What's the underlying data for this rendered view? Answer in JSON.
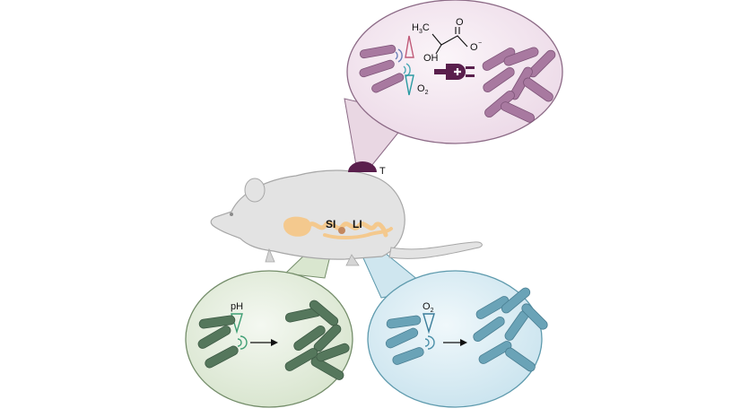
{
  "labels": {
    "tumor": "T",
    "small_intestine": "SI",
    "large_intestine": "LI",
    "ph": "pH",
    "o2_main": "O",
    "o2_sub": "2"
  },
  "lactate": {
    "h3c_main": "H",
    "h3c_sub": "3",
    "h3c_tail": "C",
    "oh": "OH",
    "o_top": "O",
    "o_minus": "O",
    "minus": "−"
  },
  "colors": {
    "tumor_fill": "#f2e4ef",
    "tumor_stroke": "#8c6a86",
    "tumor_bacteria": "#a879a0",
    "tumor_dark": "#5a1f4d",
    "si_fill": "#e4eddc",
    "si_stroke": "#748d6a",
    "si_bacteria": "#55775c",
    "li_fill": "#dcedf3",
    "li_stroke": "#5e9aad",
    "li_bacteria": "#6aa3b7",
    "mouse_fill": "#e3e3e3",
    "mouse_stroke": "#a7a7a7",
    "gut": "#f4c98e"
  }
}
